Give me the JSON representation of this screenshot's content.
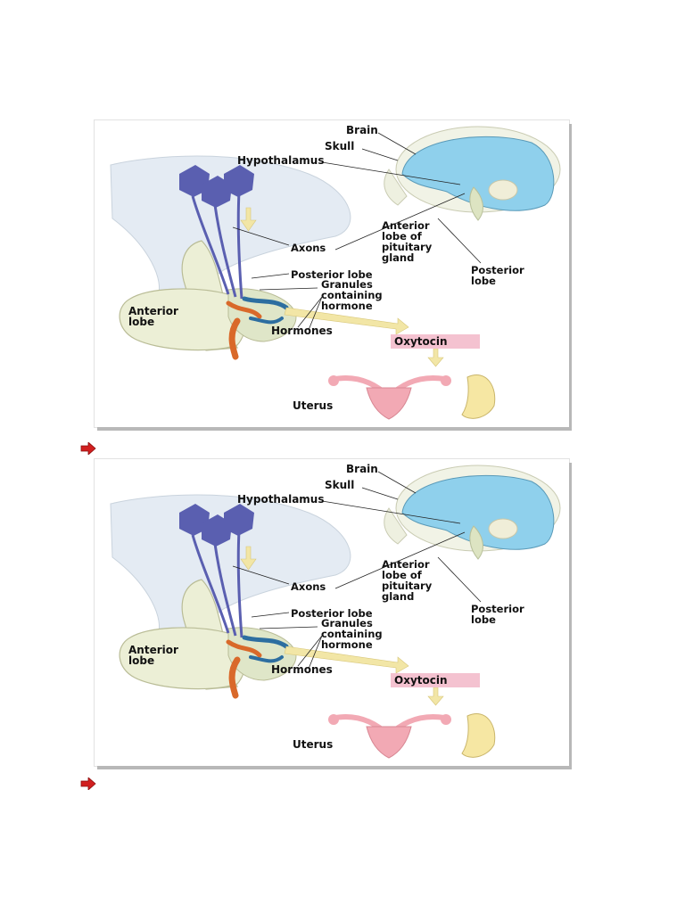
{
  "figures": [
    {
      "labels": {
        "brain": "Brain",
        "skull": "Skull",
        "hypothalamus": "Hypothalamus",
        "anterior_pituitary": [
          "Anterior",
          "lobe of",
          "pituitary",
          "gland"
        ],
        "posterior_lobe_right": [
          "Posterior",
          "lobe"
        ],
        "axons": "Axons",
        "posterior_lobe": "Posterior lobe",
        "granules": [
          "Granules",
          "containing",
          "hormone"
        ],
        "anterior_lobe": [
          "Anterior",
          "lobe"
        ],
        "hormones": "Hormones",
        "oxytocin": "Oxytocin",
        "uterus": "Uterus"
      }
    },
    {
      "labels": {
        "brain": "Brain",
        "skull": "Skull",
        "hypothalamus": "Hypothalamus",
        "anterior_pituitary": [
          "Anterior",
          "lobe of",
          "pituitary",
          "gland"
        ],
        "posterior_lobe_right": [
          "Posterior",
          "lobe"
        ],
        "axons": "Axons",
        "posterior_lobe": "Posterior lobe",
        "granules": [
          "Granules",
          "containing",
          "hormone"
        ],
        "anterior_lobe": [
          "Anterior",
          "lobe"
        ],
        "hormones": "Hormones",
        "oxytocin": "Oxytocin",
        "uterus": "Uterus"
      }
    }
  ],
  "colors": {
    "brain": "#8fd0ec",
    "neuron": "#5a5fb0",
    "vessel_red": "#d9692a",
    "vessel_blue": "#2d6ea0",
    "tissue": "#ecefd6",
    "uterus": "#f2a9b4",
    "oxytocin_bg": "#f4c2d0",
    "arrow_yellow": "#f2e6a6",
    "bullet_red": "#d11f1f"
  }
}
